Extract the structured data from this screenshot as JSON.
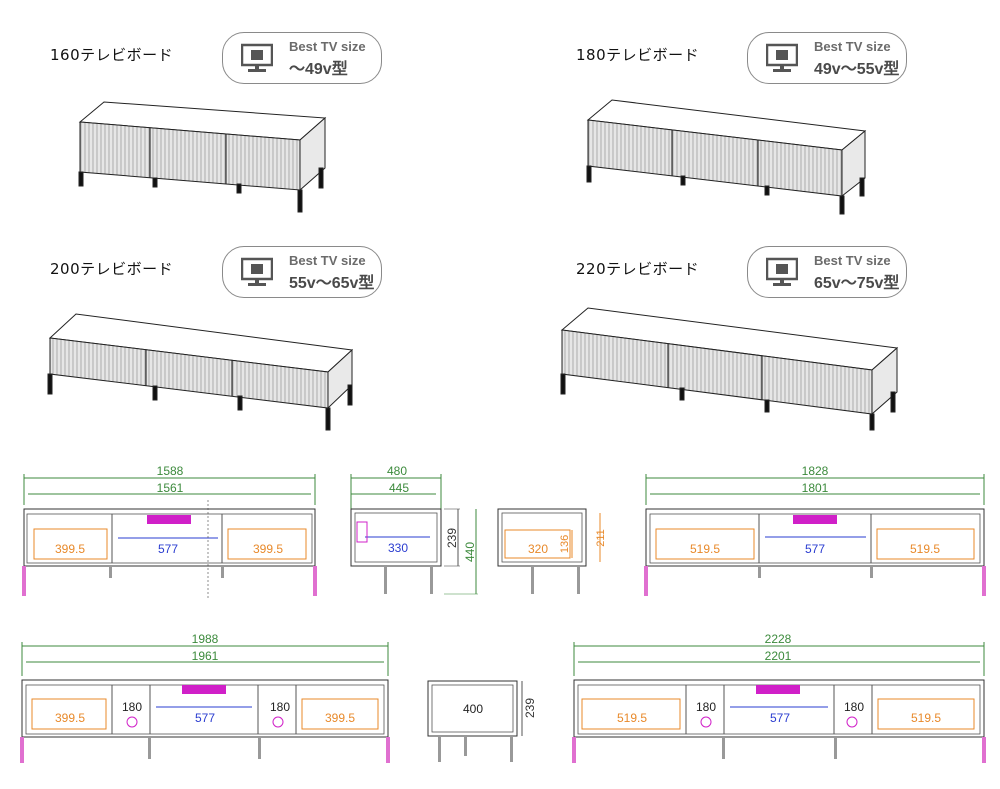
{
  "models": [
    {
      "label": "160テレビボード",
      "best": "Best TV size",
      "size": "〜49v型"
    },
    {
      "label": "180テレビボード",
      "best": "Best TV size",
      "size": "49v〜55v型"
    },
    {
      "label": "200テレビボード",
      "best": "Best TV size",
      "size": "55v〜65v型"
    },
    {
      "label": "220テレビボード",
      "best": "Best TV size",
      "size": "65v〜75v型"
    }
  ],
  "dims": {
    "d160_outer": "1588",
    "d160_inner": "1561",
    "d160_side": "399.5",
    "d160_center": "577",
    "side_outer": "480",
    "side_inner": "445",
    "side_height": "239",
    "side_total": "440",
    "side_drawer": "330",
    "side2_depth": "320",
    "side2_h1": "136",
    "side2_h2": "211",
    "d180_outer": "1828",
    "d180_inner": "1801",
    "d180_side": "519.5",
    "d180_center": "577",
    "d200_outer": "1988",
    "d200_inner": "1961",
    "d200_side": "399.5",
    "d200_center": "577",
    "d200_small": "180",
    "d200b_depth": "400",
    "d200b_height": "239",
    "d220_outer": "2228",
    "d220_inner": "2201",
    "d220_side": "519.5",
    "d220_center": "577",
    "d220_small": "180"
  },
  "colors": {
    "green": "#3c8a3c",
    "orange": "#e8892a",
    "blue": "#2a3cd0",
    "magenta": "#d020c8",
    "pink": "#e070d0"
  }
}
